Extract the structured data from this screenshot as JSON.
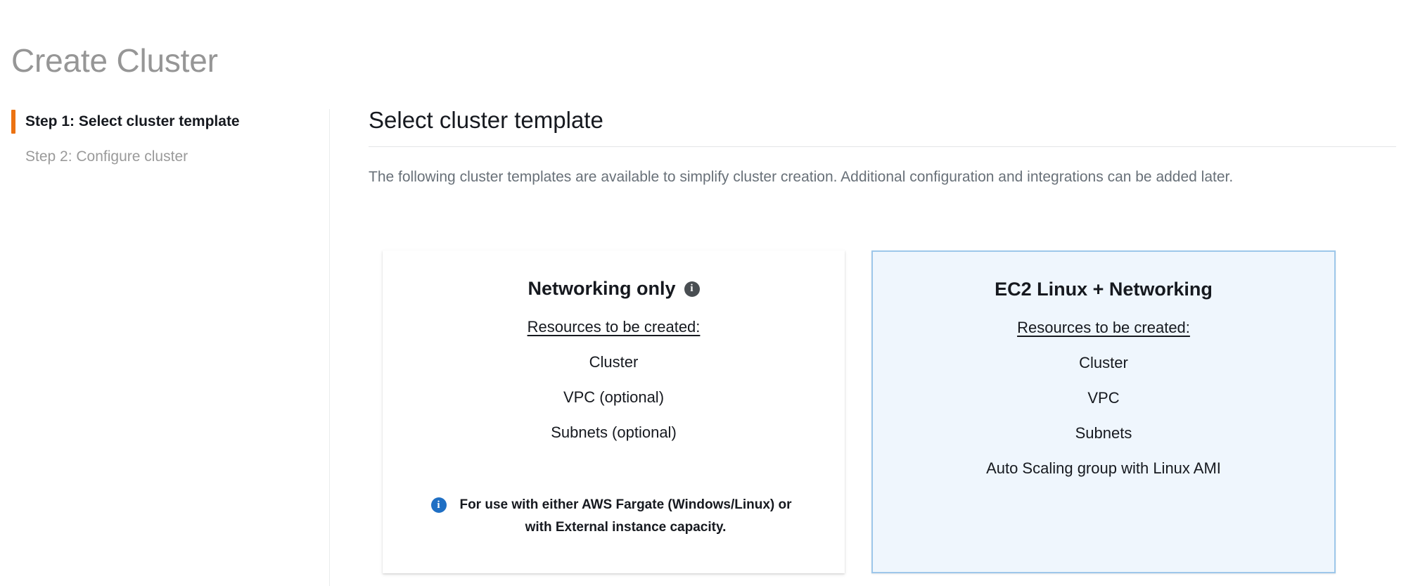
{
  "page": {
    "title": "Create Cluster"
  },
  "sidebar": {
    "steps": [
      {
        "label": "Step 1: Select cluster template",
        "state": "active"
      },
      {
        "label": "Step 2: Configure cluster",
        "state": "inactive"
      }
    ]
  },
  "main": {
    "section_title": "Select cluster template",
    "description": "The following cluster templates are available to simplify cluster creation. Additional configuration and integrations can be added later.",
    "resources_label": "Resources to be created:",
    "cards": [
      {
        "id": "networking-only",
        "title": "Networking only",
        "has_info_icon": true,
        "info_icon_name": "info-icon",
        "selected": false,
        "resources": [
          "Cluster",
          "VPC (optional)",
          "Subnets (optional)"
        ],
        "note": "For use with either AWS Fargate (Windows/Linux) or with External instance capacity.",
        "note_icon_name": "info-icon-blue"
      },
      {
        "id": "ec2-linux-networking",
        "title": "EC2 Linux + Networking",
        "has_info_icon": false,
        "selected": true,
        "resources": [
          "Cluster",
          "VPC",
          "Subnets",
          "Auto Scaling group with Linux AMI"
        ],
        "note": "",
        "note_icon_name": ""
      }
    ]
  },
  "colors": {
    "accent_orange": "#ec7211",
    "selected_card_bg": "#eff6fd",
    "selected_card_border": "#9dc7ea",
    "info_blue": "#1f6fc4",
    "title_gray": "#969696",
    "body_gray": "#687078",
    "text_dark": "#16191f"
  }
}
